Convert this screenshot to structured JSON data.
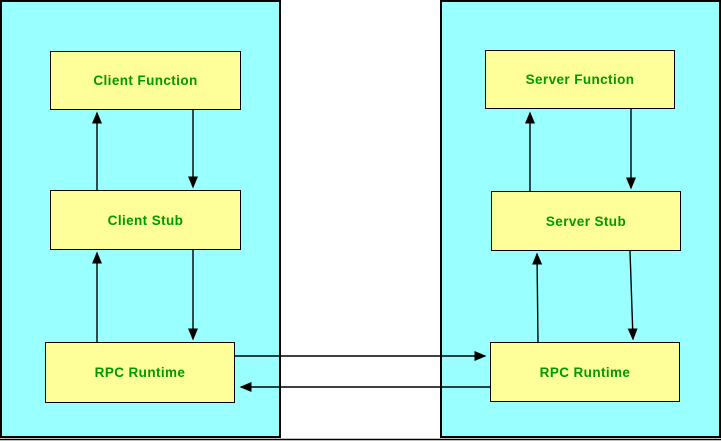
{
  "diagram": {
    "description": "RPC client-server call flow diagram",
    "colors": {
      "panel_bg": "#99FFFF",
      "node_bg": "#FFFF99",
      "node_text": "#009900",
      "line": "#000000",
      "canvas_bg": "#FFFFFF"
    },
    "client_panel": {
      "function_label": "Client Function",
      "stub_label": "Client Stub",
      "runtime_label": "RPC Runtime"
    },
    "server_panel": {
      "function_label": "Server Function",
      "stub_label": "Server Stub",
      "runtime_label": "RPC Runtime"
    },
    "edges": [
      {
        "from": "client-stub",
        "to": "client-function"
      },
      {
        "from": "client-function",
        "to": "client-stub"
      },
      {
        "from": "client-rpc-runtime",
        "to": "client-stub"
      },
      {
        "from": "client-stub",
        "to": "client-rpc-runtime"
      },
      {
        "from": "server-stub",
        "to": "server-function"
      },
      {
        "from": "server-function",
        "to": "server-stub"
      },
      {
        "from": "server-rpc-runtime",
        "to": "server-stub"
      },
      {
        "from": "server-stub",
        "to": "server-rpc-runtime"
      },
      {
        "from": "client-rpc-runtime",
        "to": "server-rpc-runtime"
      },
      {
        "from": "server-rpc-runtime",
        "to": "client-rpc-runtime"
      }
    ]
  }
}
